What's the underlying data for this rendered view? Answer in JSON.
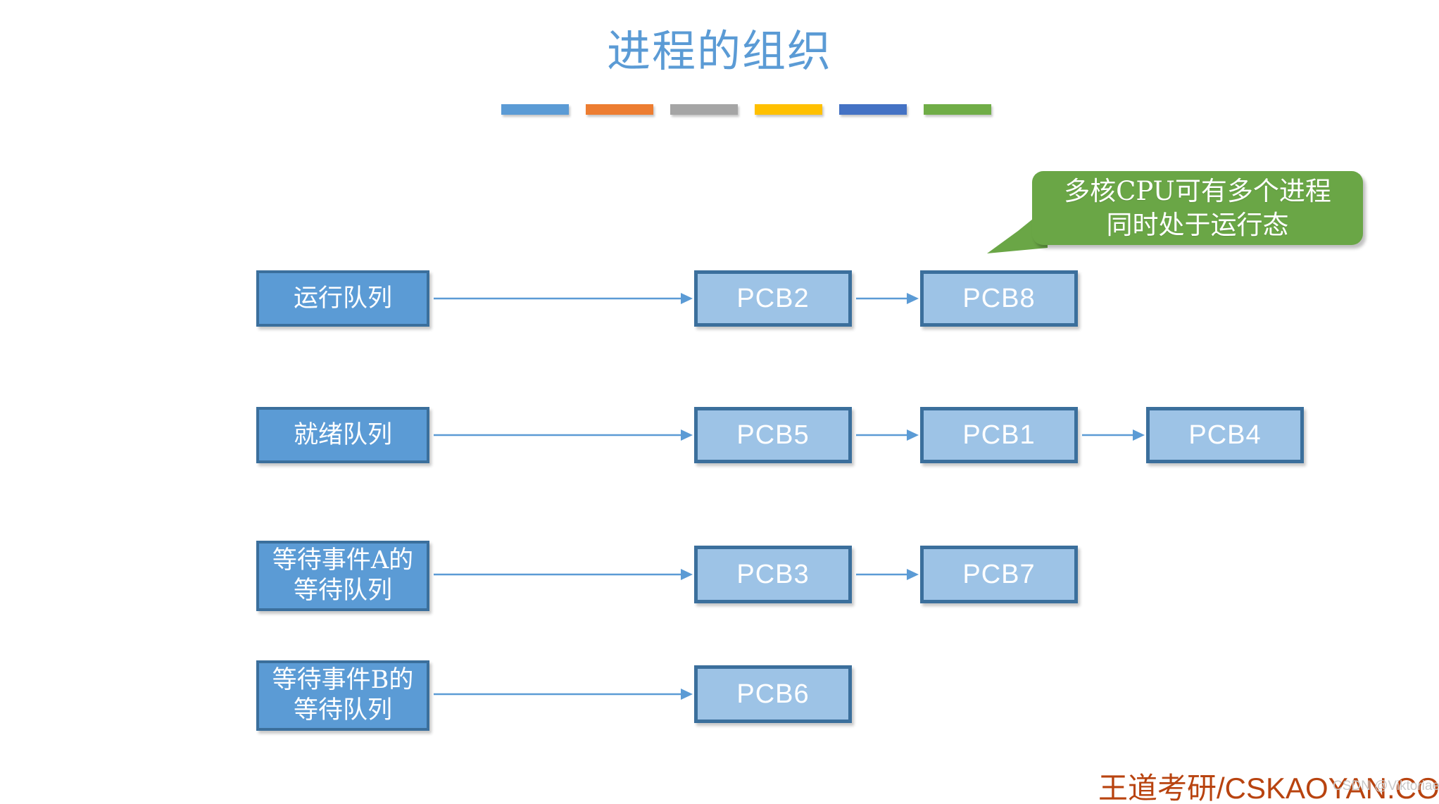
{
  "slide": {
    "title": "进程的组织",
    "title_color": "#5b9bd5",
    "background": "#ffffff"
  },
  "accent_bars": [
    {
      "name": "bar-blue",
      "color": "#5b9bd5"
    },
    {
      "name": "bar-orange",
      "color": "#ed7d31"
    },
    {
      "name": "bar-gray",
      "color": "#a5a5a5"
    },
    {
      "name": "bar-yellow",
      "color": "#ffc000"
    },
    {
      "name": "bar-dark-blue",
      "color": "#4472c4"
    },
    {
      "name": "bar-green",
      "color": "#70ad47"
    }
  ],
  "callout": {
    "text": "多核CPU可有多个进程\n同时处于运行态",
    "fill": "#6aa646",
    "text_color": "#ffffff"
  },
  "theme": {
    "queue_fill": "#5b9bd5",
    "pcb_fill": "#9dc3e6",
    "box_border": "#3b6f9c",
    "arrow_color": "#5b9bd5",
    "box_text_color": "#ffffff"
  },
  "rows": [
    {
      "queue_label": "运行队列",
      "pcbs": [
        "PCB2",
        "PCB8"
      ]
    },
    {
      "queue_label": "就绪队列",
      "pcbs": [
        "PCB5",
        "PCB1",
        "PCB4"
      ]
    },
    {
      "queue_label": "等待事件A的\n等待队列",
      "pcbs": [
        "PCB3",
        "PCB7"
      ]
    },
    {
      "queue_label": "等待事件B的\n等待队列",
      "pcbs": [
        "PCB6"
      ]
    }
  ],
  "watermarks": {
    "brand": "王道考研/CSKAOYAN.COM",
    "brand_color": "#b8430f",
    "csdn": "CSDN @Viktoriae"
  }
}
